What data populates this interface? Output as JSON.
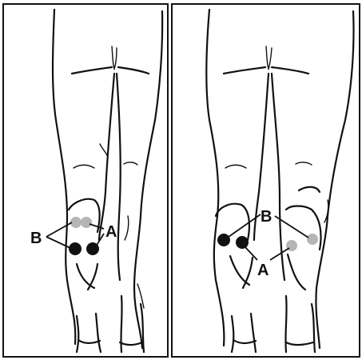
{
  "colors": {
    "outline": "#111111",
    "electrode_black": "#111111",
    "electrode_gray": "#b5b5b5",
    "background": "#ffffff"
  },
  "panels": [
    {
      "labels": {
        "a": "A",
        "b": "B"
      },
      "electrodes": [
        "gray",
        "gray",
        "black",
        "black"
      ]
    },
    {
      "labels": {
        "a": "A",
        "b": "B"
      },
      "electrodes": [
        "black",
        "black",
        "gray",
        "gray"
      ]
    }
  ]
}
